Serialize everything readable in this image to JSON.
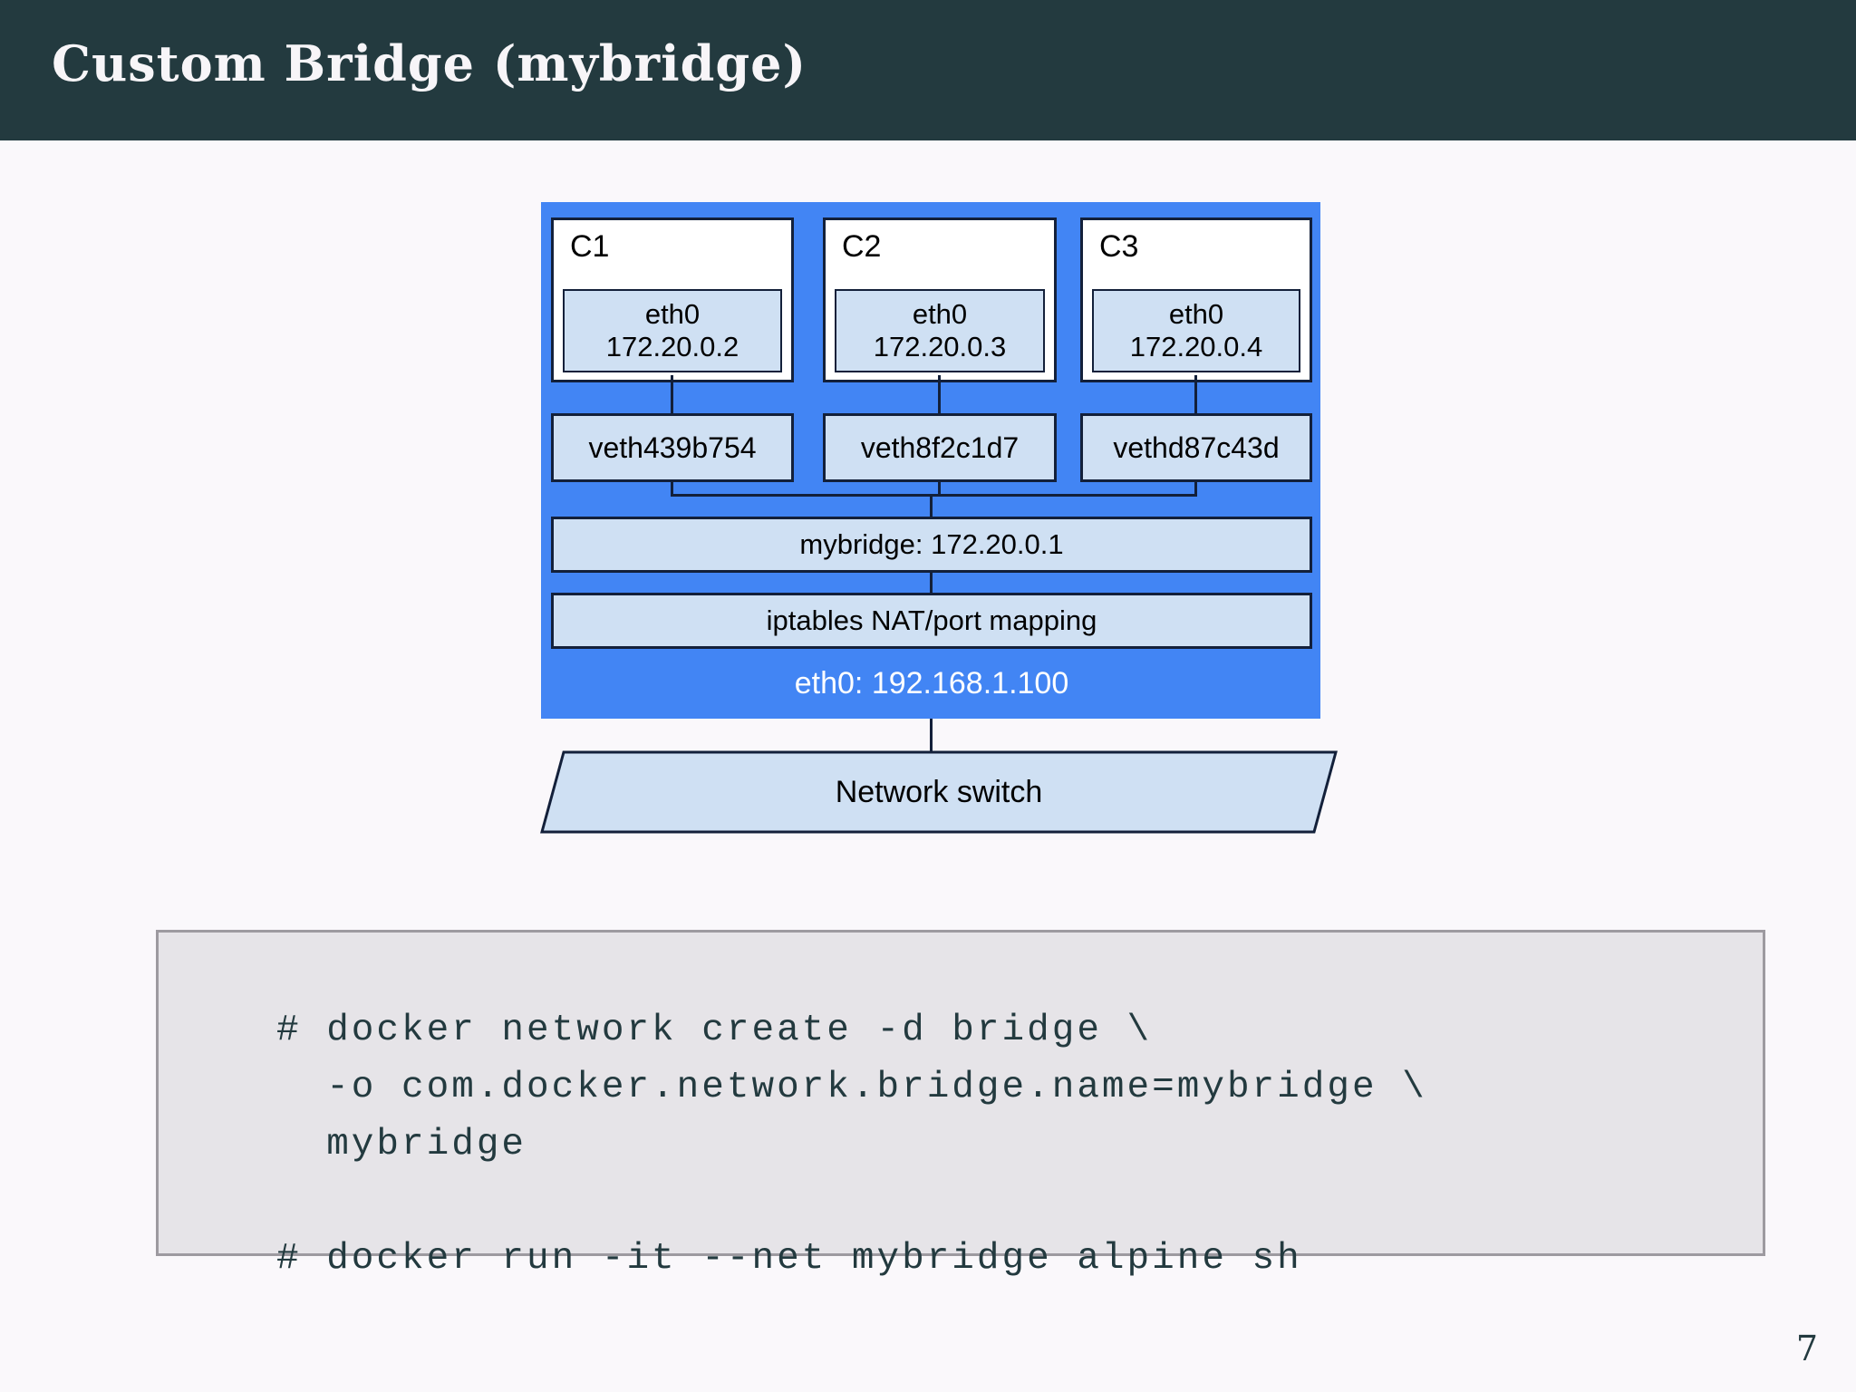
{
  "slide": {
    "title": "Custom Bridge (mybridge)",
    "page_number": "7",
    "colors": {
      "header_bg": "#233a3f",
      "page_bg": "#faf8fb",
      "host_panel": "#4285f4",
      "box_fill": "#cfe0f3",
      "box_border": "#13203a",
      "code_bg": "#e6e4e8",
      "code_border": "#9d9aa0",
      "code_text": "#233a3f"
    }
  },
  "diagram": {
    "containers": [
      {
        "name": "C1",
        "iface": "eth0",
        "ip": "172.20.0.2",
        "veth": "veth439b754"
      },
      {
        "name": "C2",
        "iface": "eth0",
        "ip": "172.20.0.3",
        "veth": "veth8f2c1d7"
      },
      {
        "name": "C3",
        "iface": "eth0",
        "ip": "172.20.0.4",
        "veth": "vethd87c43d"
      }
    ],
    "bridge_label": "mybridge: 172.20.0.1",
    "nat_label": "iptables NAT/port mapping",
    "host_iface_label": "eth0: 192.168.1.100",
    "switch_label": "Network switch"
  },
  "code": {
    "lines": [
      "# docker network create -d bridge \\",
      "  -o com.docker.network.bridge.name=mybridge \\",
      "  mybridge",
      "",
      "# docker run -it --net mybridge alpine sh"
    ],
    "text": "# docker network create -d bridge \\\n  -o com.docker.network.bridge.name=mybridge \\\n  mybridge\n\n# docker run -it --net mybridge alpine sh"
  }
}
